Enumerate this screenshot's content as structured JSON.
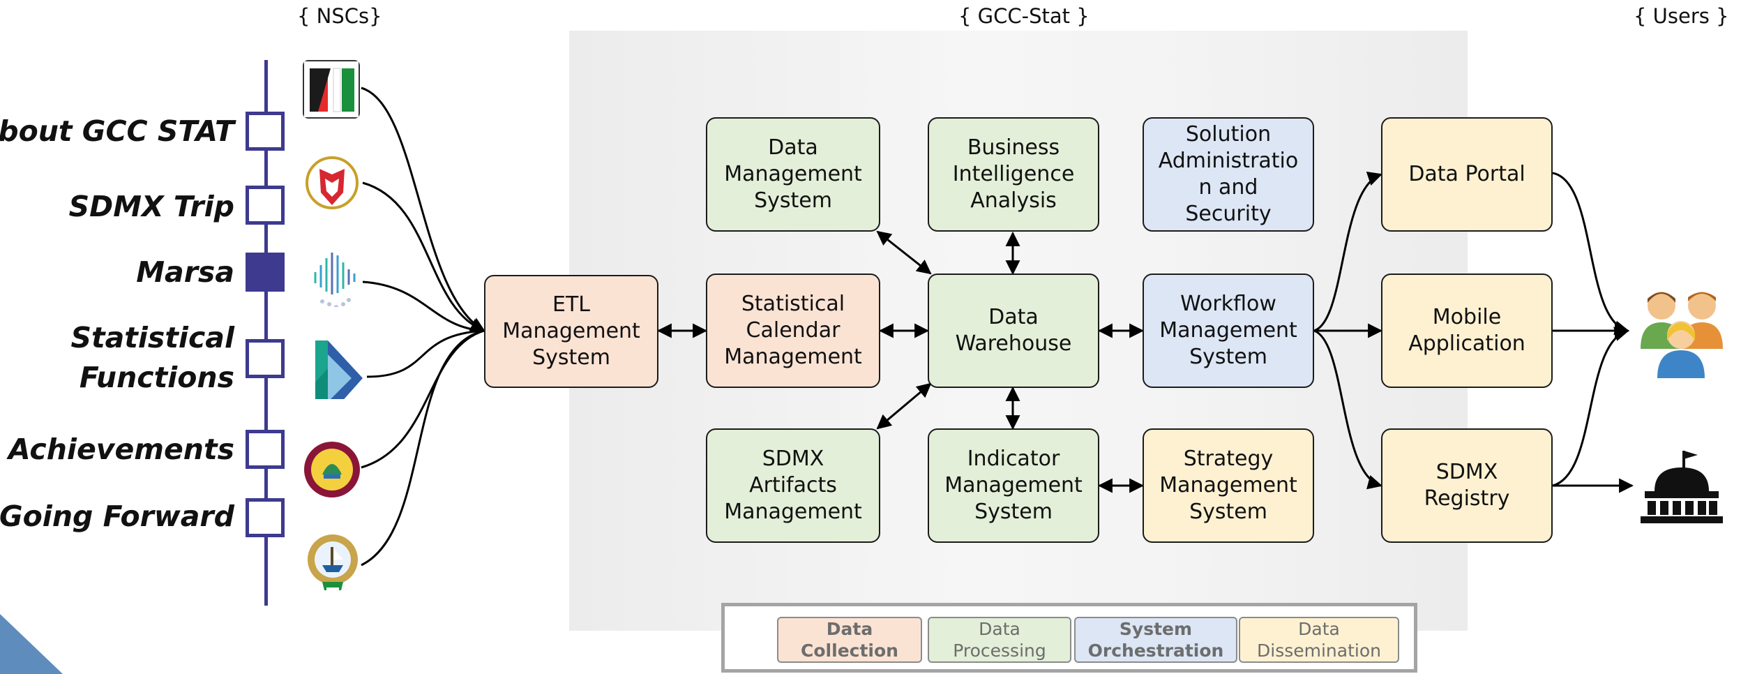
{
  "headers": {
    "nscs": "{ NSCs}",
    "gccstat": "{ GCC-Stat }",
    "users": "{ Users }"
  },
  "menu": [
    {
      "label": "About GCC STAT",
      "active": false
    },
    {
      "label": "SDMX Trip",
      "active": false
    },
    {
      "label": "Marsa",
      "active": true
    },
    {
      "label": "Statistical Functions",
      "line1": "Statistical",
      "line2": "Functions",
      "active": false
    },
    {
      "label": "Achievements",
      "active": false
    },
    {
      "label": "Going Forward",
      "active": false
    }
  ],
  "logos": [
    {
      "icon": "uae-fcsc-logo"
    },
    {
      "icon": "bahrain-emblem-logo"
    },
    {
      "icon": "saudi-gastat-logo"
    },
    {
      "icon": "oman-ncsi-logo"
    },
    {
      "icon": "qatar-psa-logo"
    },
    {
      "icon": "kuwait-csb-logo"
    }
  ],
  "nodes": {
    "etl": {
      "label": "ETL\nManagement\nSystem",
      "category": "collection"
    },
    "dms": {
      "label": "Data\nManagement\nSystem",
      "category": "processing"
    },
    "stat_calendar": {
      "label": "Statistical\nCalendar\nManagement",
      "category": "collection"
    },
    "sdmx_artifacts": {
      "label": "SDMX\nArtifacts\nManagement",
      "category": "processing"
    },
    "bi": {
      "label": "Business\nIntelligence\nAnalysis",
      "category": "processing"
    },
    "dw": {
      "label": "Data\nWarehouse",
      "category": "processing"
    },
    "ims": {
      "label": "Indicator\nManagement\nSystem",
      "category": "processing"
    },
    "sas": {
      "label": "Solution\nAdministratio\nn and\nSecurity",
      "category": "orchestration"
    },
    "wms": {
      "label": "Workflow\nManagement\nSystem",
      "category": "orchestration"
    },
    "sms": {
      "label": "Strategy\nManagement\nSystem",
      "category": "dissemination"
    },
    "portal": {
      "label": "Data Portal",
      "category": "dissemination"
    },
    "mobile": {
      "label": "Mobile\nApplication",
      "category": "dissemination"
    },
    "registry": {
      "label": "SDMX\nRegistry",
      "category": "dissemination"
    }
  },
  "users_icons": [
    {
      "icon": "users-group-icon"
    },
    {
      "icon": "government-building-icon"
    }
  ],
  "legend": [
    {
      "label": "Data\nCollection",
      "bold": true,
      "color": "#fbe3d4"
    },
    {
      "label": "Data\nProcessing",
      "bold": false,
      "color": "#e3efd8"
    },
    {
      "label": "System\nOrchestration",
      "bold": true,
      "color": "#dce6f5"
    },
    {
      "label": "Data\nDissemination",
      "bold": false,
      "color": "#fdf1d1"
    }
  ],
  "colors": {
    "nav": "#3d3a8f",
    "collection": "#fbe3d4",
    "processing": "#e3efd8",
    "orchestration": "#dce6f5",
    "dissemination": "#fdf1d1"
  }
}
